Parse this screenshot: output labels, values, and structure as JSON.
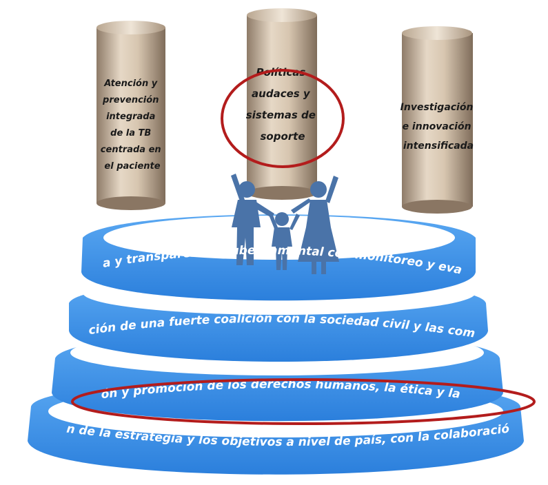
{
  "pillars": [
    {
      "lines": [
        "Atención y",
        "prevención",
        "integrada",
        "de la TB",
        "centrada en",
        "el paciente"
      ]
    },
    {
      "lines": [
        "Políticas",
        "audaces y",
        "sistemas de",
        "soporte"
      ]
    },
    {
      "lines": [
        "Investigación",
        "e innovación",
        "intensificada"
      ]
    }
  ],
  "tiers": [
    "Rectoría y transparencia gubernamental con monitoreo y evaluación",
    "Construcción de una fuerte coalición con la sociedad civil y las comunidades",
    "Protección y promoción de los derechos humanos, la ética y la equidad",
    "Adaptación de la estrategia y los objetivos a nivel de país, con la colaboración mundial"
  ],
  "colors": {
    "tier_blue": "#3b8ee6",
    "tier_blue_dark": "#1f6fd0",
    "pillar_light": "#e9dccb",
    "pillar_dark": "#8a7663",
    "highlight_red": "#b31c1c",
    "figure_blue": "#4a73a8"
  },
  "icons": {
    "people": "family-people-icon"
  }
}
